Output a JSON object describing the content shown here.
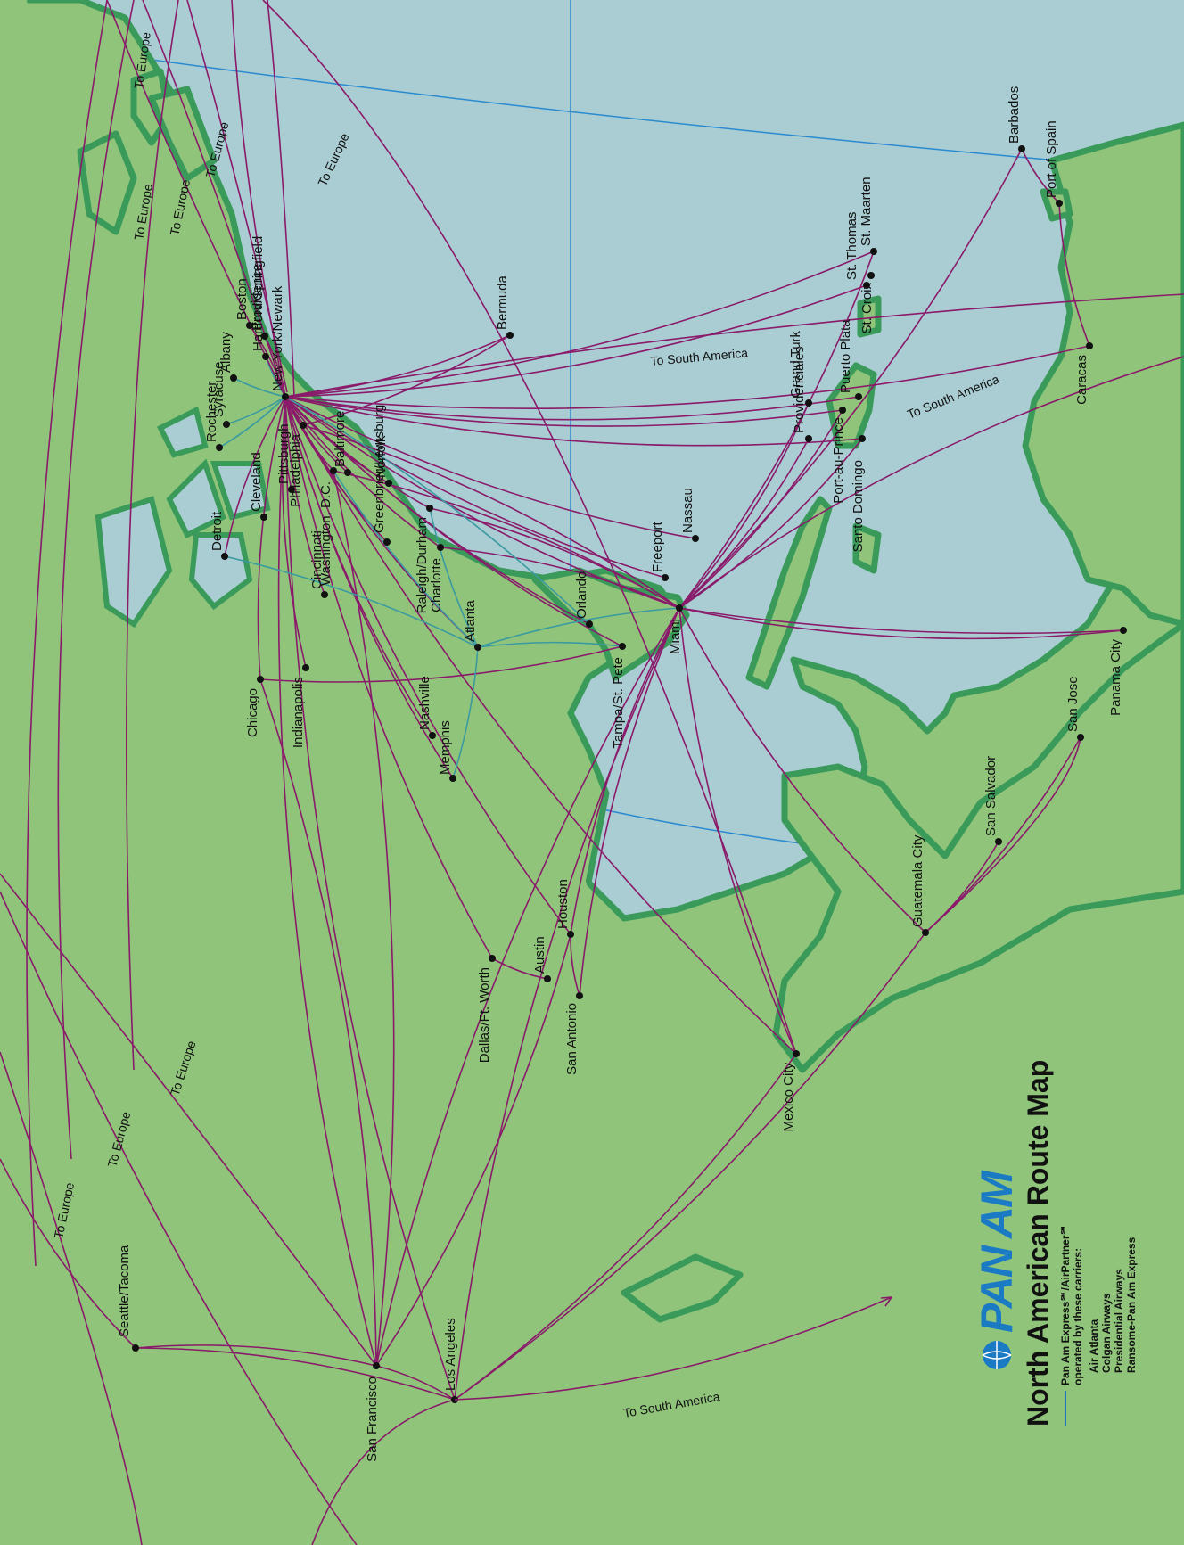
{
  "title": {
    "logo": "PAN AM",
    "heading": "North American Route Map",
    "legend_line": "Pan Am Express℠/AirPartner℠",
    "legend_line2": "operated by these carriers:",
    "carriers": [
      "Air Atlanta",
      "Colgan Airways",
      "Presidential Airways",
      "Ransome-Pan Am Express"
    ]
  },
  "colors": {
    "ocean": "#a9cdd3",
    "land": "#8fc47a",
    "coast": "#3a9a5a",
    "pan_am_route": "#8a1a6a",
    "express_route": "#3a9aa0",
    "meridian": "#2a8ad0",
    "logo": "#1a7ac4"
  },
  "cities": [
    {
      "id": "seattle",
      "name": "Seattle/Tacoma"
    },
    {
      "id": "sanfrancisco",
      "name": "San Francisco"
    },
    {
      "id": "losangeles",
      "name": "Los Angeles"
    },
    {
      "id": "dallas",
      "name": "Dallas/Ft. Worth"
    },
    {
      "id": "austin",
      "name": "Austin"
    },
    {
      "id": "sanantonio",
      "name": "San Antonio"
    },
    {
      "id": "houston",
      "name": "Houston"
    },
    {
      "id": "mexicocity",
      "name": "Mexico City"
    },
    {
      "id": "guatemala",
      "name": "Guatemala City"
    },
    {
      "id": "sansalvador",
      "name": "San Salvador"
    },
    {
      "id": "sanjose",
      "name": "San Jose"
    },
    {
      "id": "panamacity",
      "name": "Panama City"
    },
    {
      "id": "caracas",
      "name": "Caracas"
    },
    {
      "id": "portofspain",
      "name": "Port of Spain"
    },
    {
      "id": "barbados",
      "name": "Barbados"
    },
    {
      "id": "stmaarten",
      "name": "St. Maarten"
    },
    {
      "id": "stthomas",
      "name": "St. Thomas"
    },
    {
      "id": "stcroix",
      "name": "St. Croix"
    },
    {
      "id": "santodomingo",
      "name": "Santo Domingo"
    },
    {
      "id": "portauprince",
      "name": "Port-au-Prince"
    },
    {
      "id": "puertoplata",
      "name": "Puerto Plata"
    },
    {
      "id": "grandturk",
      "name": "Grand Turk"
    },
    {
      "id": "providenciales",
      "name": "Providenciales"
    },
    {
      "id": "nassau",
      "name": "Nassau"
    },
    {
      "id": "freeport",
      "name": "Freeport"
    },
    {
      "id": "miami",
      "name": "Miami"
    },
    {
      "id": "orlando",
      "name": "Orlando"
    },
    {
      "id": "tampa",
      "name": "Tampa/St. Pete"
    },
    {
      "id": "bermuda",
      "name": "Bermuda"
    },
    {
      "id": "charlotte",
      "name": "Charlotte"
    },
    {
      "id": "atlanta",
      "name": "Atlanta"
    },
    {
      "id": "raleigh",
      "name": "Raleigh/Durham"
    },
    {
      "id": "greenbrier",
      "name": "Greenbrier/Lewisburg"
    },
    {
      "id": "nashville",
      "name": "Nashville"
    },
    {
      "id": "memphis",
      "name": "Memphis"
    },
    {
      "id": "norfolk",
      "name": "Norfolk"
    },
    {
      "id": "baltimore",
      "name": "Baltimore"
    },
    {
      "id": "washington",
      "name": "Washington, D.C."
    },
    {
      "id": "cincinnati",
      "name": "Cincinnati"
    },
    {
      "id": "pittsburgh",
      "name": "Pittsburgh"
    },
    {
      "id": "philadelphia",
      "name": "Philadelphia"
    },
    {
      "id": "newyork",
      "name": "New York/Newark"
    },
    {
      "id": "providence",
      "name": "Providence"
    },
    {
      "id": "boston",
      "name": "Boston"
    },
    {
      "id": "hartford",
      "name": "Hartford/Springfield"
    },
    {
      "id": "albany",
      "name": "Albany"
    },
    {
      "id": "syracuse",
      "name": "Syracuse"
    },
    {
      "id": "rochester",
      "name": "Rochester"
    },
    {
      "id": "detroit",
      "name": "Detroit"
    },
    {
      "id": "cleveland",
      "name": "Cleveland"
    },
    {
      "id": "chicago",
      "name": "Chicago"
    },
    {
      "id": "indianapolis",
      "name": "Indianapolis"
    }
  ],
  "notes": [
    "To Europe",
    "To Europe",
    "To Europe",
    "To Europe",
    "To Europe",
    "To Europe",
    "To Europe",
    "To Europe",
    "To South America",
    "To South America",
    "To South America"
  ]
}
